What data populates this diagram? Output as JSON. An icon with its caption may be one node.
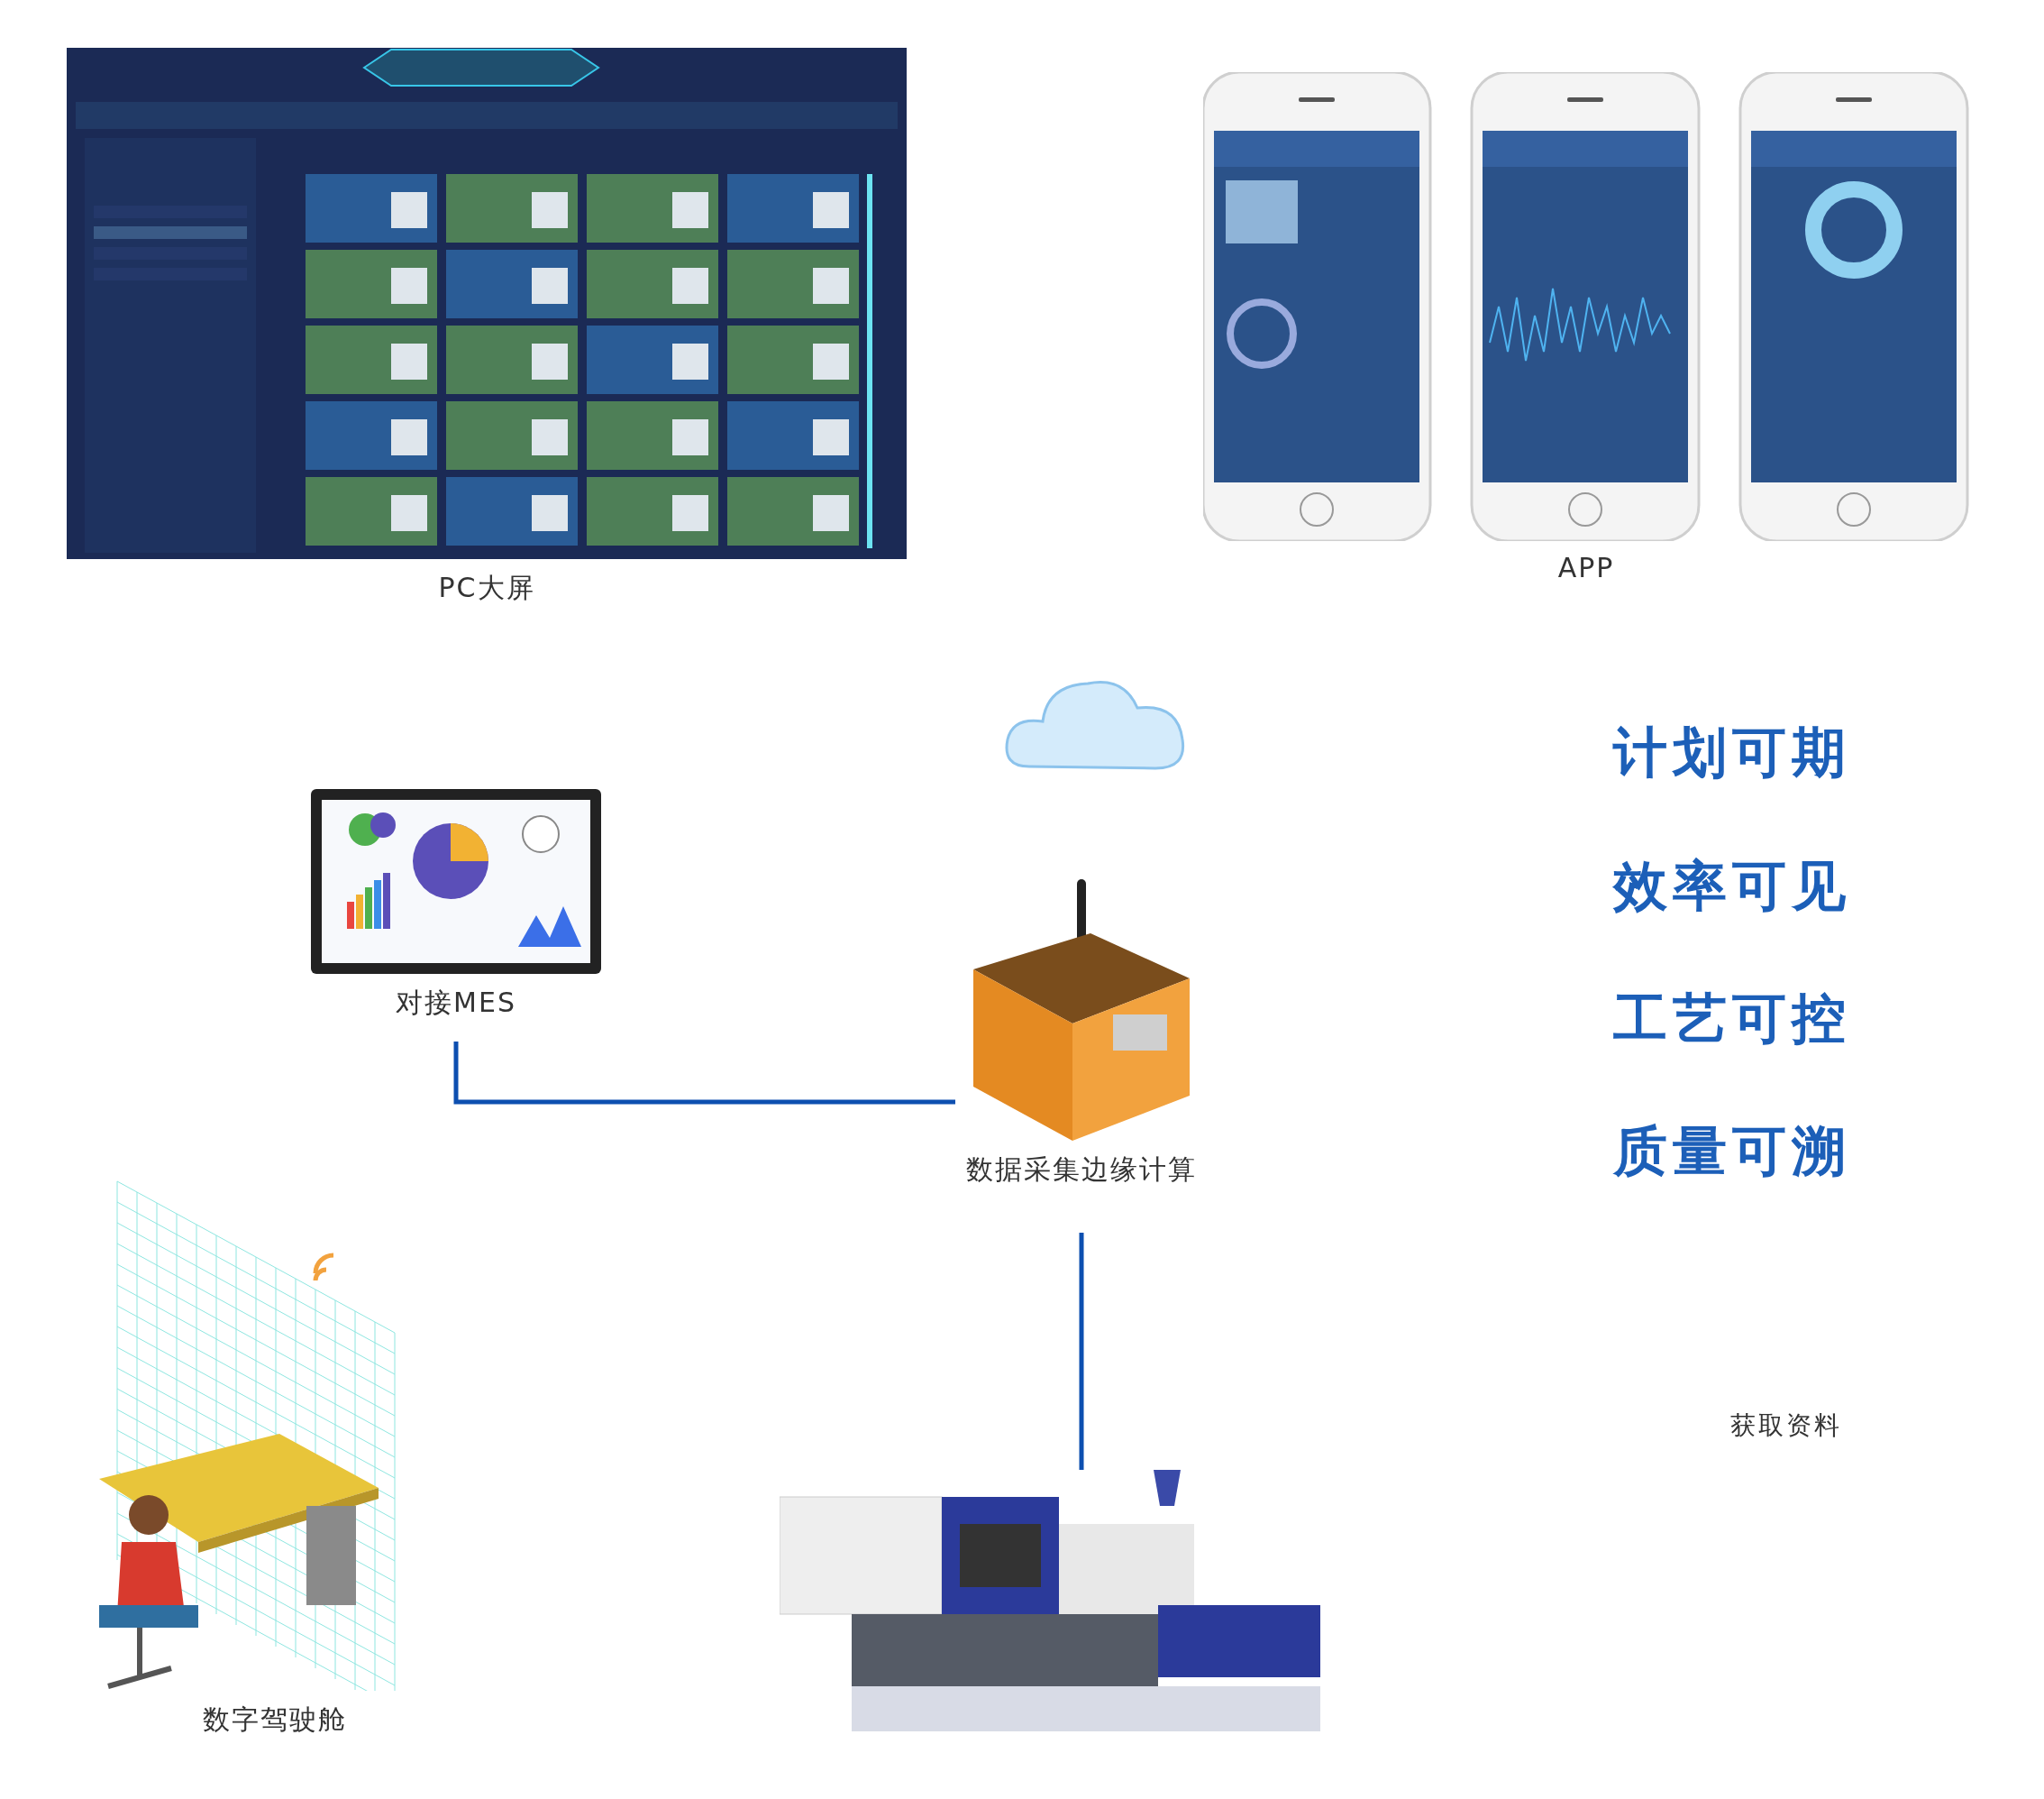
{
  "diagram": {
    "nodes": [
      {
        "text": [
          "PC大屏"
        ]
      },
      {
        "text": [
          "APP"
        ]
      },
      {
        "text": [],
        "shape": "cloud"
      },
      {
        "text": [
          "对接MES"
        ]
      },
      {
        "text": [
          "数据采集边缘计算"
        ]
      },
      {
        "text": [
          "数字驾驶舱"
        ]
      },
      {
        "text": [],
        "shape": "picture"
      }
    ],
    "edges": [
      {
        "from": 3,
        "to": 4,
        "arrow": "none"
      },
      {
        "from": 4,
        "to": 6,
        "arrow": "none"
      }
    ],
    "labels": [
      "计划可期",
      "效率可见",
      "工艺可控",
      "质量可溯",
      "获取资料"
    ]
  }
}
